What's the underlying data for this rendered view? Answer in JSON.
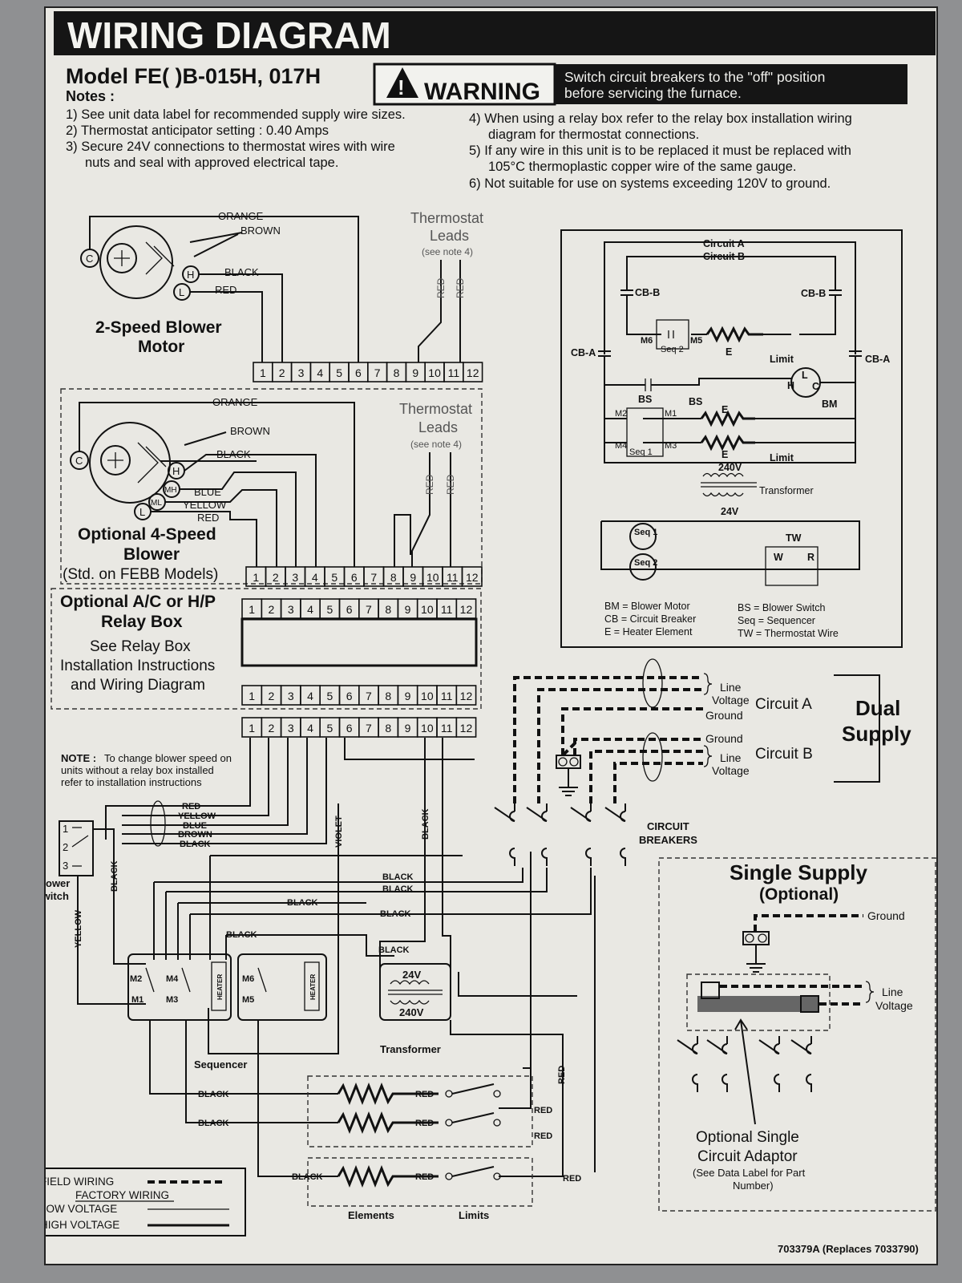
{
  "title": "WIRING DIAGRAM",
  "model": "Model FE( )B-015H, 017H",
  "notes_label": "Notes :",
  "notes_left": [
    "1)  See unit data label for recommended supply wire sizes.",
    "2)  Thermostat anticipator setting :  0.40 Amps",
    "3)  Secure 24V connections to thermostat wires with wire",
    "nuts and seal with approved electrical tape."
  ],
  "notes_right": [
    "4)  When using a relay box refer to the relay box installation wiring",
    "diagram for thermostat connections.",
    "5)  If any wire in this unit is to be replaced it must be replaced with",
    "105°C thermoplastic copper wire of the same gauge.",
    "6)  Not suitable for use on systems exceeding 120V to ground."
  ],
  "warning": {
    "label": "WARNING",
    "line1": "Switch circuit breakers to the \"off\" position",
    "line2": "before servicing the furnace."
  },
  "motor2": {
    "title1": "2-Speed Blower",
    "title2": "Motor",
    "wires": [
      "ORANGE",
      "BROWN",
      "BLACK",
      "RED"
    ],
    "terminals": [
      "C",
      "H",
      "L"
    ]
  },
  "thermostat_leads": {
    "line1": "Thermostat",
    "line2": "Leads",
    "note": "(see note 4)",
    "wire": "RED"
  },
  "motor4": {
    "title1": "Optional 4-Speed",
    "title2": "Blower",
    "title3": "(Std. on FEBB Models)",
    "wires": [
      "ORANGE",
      "BROWN",
      "BLACK",
      "BLUE",
      "YELLOW",
      "RED"
    ],
    "terminals": [
      "C",
      "H",
      "MH",
      "ML",
      "L"
    ]
  },
  "relay_box": {
    "title1": "Optional A/C or H/P",
    "title2": "Relay Box",
    "line1": "See Relay Box",
    "line2": "Installation Instructions",
    "line3": "and Wiring Diagram"
  },
  "terminals": [
    "1",
    "2",
    "3",
    "4",
    "5",
    "6",
    "7",
    "8",
    "9",
    "10",
    "11",
    "12"
  ],
  "note_speed": {
    "label": "NOTE :",
    "line1": "To change blower speed on",
    "line2": "units without a relay box installed",
    "line3": "refer to installation instructions"
  },
  "lower_wires": [
    "RED",
    "YELLOW",
    "BLUE",
    "BROWN",
    "BLACK",
    "VIOLET",
    "BLACK",
    "BLACK",
    "BLACK",
    "BLACK",
    "BLACK",
    "BLACK"
  ],
  "blower_switch": {
    "line1": "Blower",
    "line2": "Switch",
    "positions": [
      "1",
      "2",
      "3"
    ],
    "yellow": "YELLOW",
    "black": "BLACK"
  },
  "sequencer": {
    "label": "Sequencer",
    "contacts": [
      "M2",
      "M4",
      "M1",
      "M3",
      "M6",
      "M5"
    ],
    "heater": "HEATER"
  },
  "transformer": {
    "label": "Transformer",
    "low": "24V",
    "high": "240V"
  },
  "elements": {
    "label": "Elements",
    "limits": "Limits",
    "red": "RED",
    "black": "BLACK"
  },
  "legend": {
    "field": "FIELD WIRING",
    "factory": "FACTORY WIRING",
    "low": "LOW VOLTAGE",
    "high": "HIGH VOLTAGE"
  },
  "supply": {
    "line": "Line",
    "voltage": "Voltage",
    "ground": "Ground",
    "circuit_a": "Circuit A",
    "circuit_b": "Circuit B",
    "dual1": "Dual",
    "dual2": "Supply",
    "breakers1": "CIRCUIT",
    "breakers2": "BREAKERS"
  },
  "single_supply": {
    "title": "Single Supply",
    "optional": "(Optional)",
    "ground": "Ground",
    "line": "Line",
    "voltage": "Voltage",
    "adaptor1": "Optional Single",
    "adaptor2": "Circuit Adaptor",
    "adaptor3": "(See Data Label for Part",
    "adaptor4": "Number)"
  },
  "schematic": {
    "circuit_a": "Circuit A",
    "circuit_b": "Circuit B",
    "cb_a": "CB-A",
    "cb_b": "CB-B",
    "seq2": "Seq 2",
    "seq1": "Seq 1",
    "m": [
      "M6",
      "M5",
      "M2",
      "M1",
      "M4",
      "M3"
    ],
    "e": "E",
    "limit": "Limit",
    "bs": "BS",
    "bm": "BM",
    "v240": "240V",
    "v24": "24V",
    "transformer": "Transformer",
    "seq_a": "Seq 1",
    "seq_b": "Seq 2",
    "tw": "TW",
    "w": "W",
    "r": "R",
    "motor_h": "H",
    "motor_l": "L",
    "motor_c": "C",
    "legend": [
      "BM = Blower Motor",
      "CB = Circuit Breaker",
      "E = Heater Element",
      "BS = Blower Switch",
      "Seq = Sequencer",
      "TW = Thermostat Wire"
    ]
  },
  "part_number": "703379A (Replaces 7033790)"
}
